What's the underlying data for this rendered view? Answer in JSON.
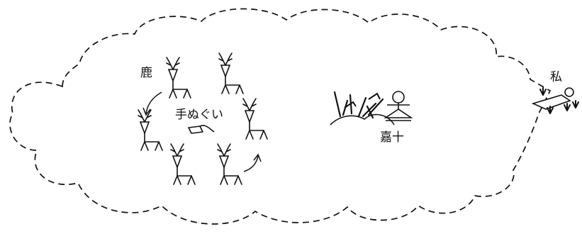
{
  "labels": {
    "deer": "鹿",
    "tenugui": "手ぬぐい",
    "kaju": "嘉十",
    "me": "私"
  },
  "colors": {
    "ink": "#111111",
    "background": "#ffffff"
  },
  "figures": {
    "deer_count": 6,
    "cloud_style": "dashed",
    "circling_arrows": 2
  }
}
